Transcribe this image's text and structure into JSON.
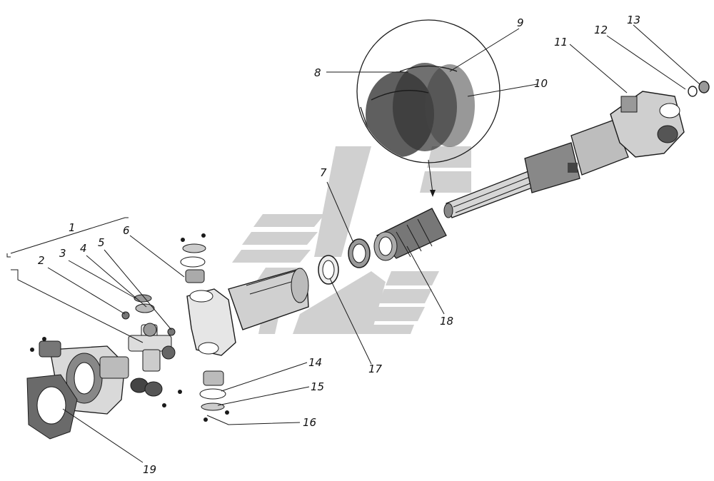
{
  "diagram": {
    "callouts": [
      "1",
      "2",
      "3",
      "4",
      "5",
      "6",
      "7",
      "8",
      "9",
      "10",
      "11",
      "12",
      "13",
      "14",
      "15",
      "16",
      "17",
      "18",
      "19"
    ],
    "parts": {
      "flange_mount": "flange-mount-housing",
      "gasket": "gasket",
      "cross": "universal-joint-cross",
      "yoke": "slip-yoke",
      "spline_shaft": "splined-shaft",
      "boot": "protective-boot",
      "ring": "retaining-ring",
      "seal": "seal-ring",
      "tube": "driveshaft-tube",
      "front_yoke": "front-yoke-assembly",
      "nuts": "nuts",
      "watermark": "watermark-logo"
    },
    "colors": {
      "ink": "#1a1a1a",
      "watermark": "#c8c8c8"
    }
  }
}
